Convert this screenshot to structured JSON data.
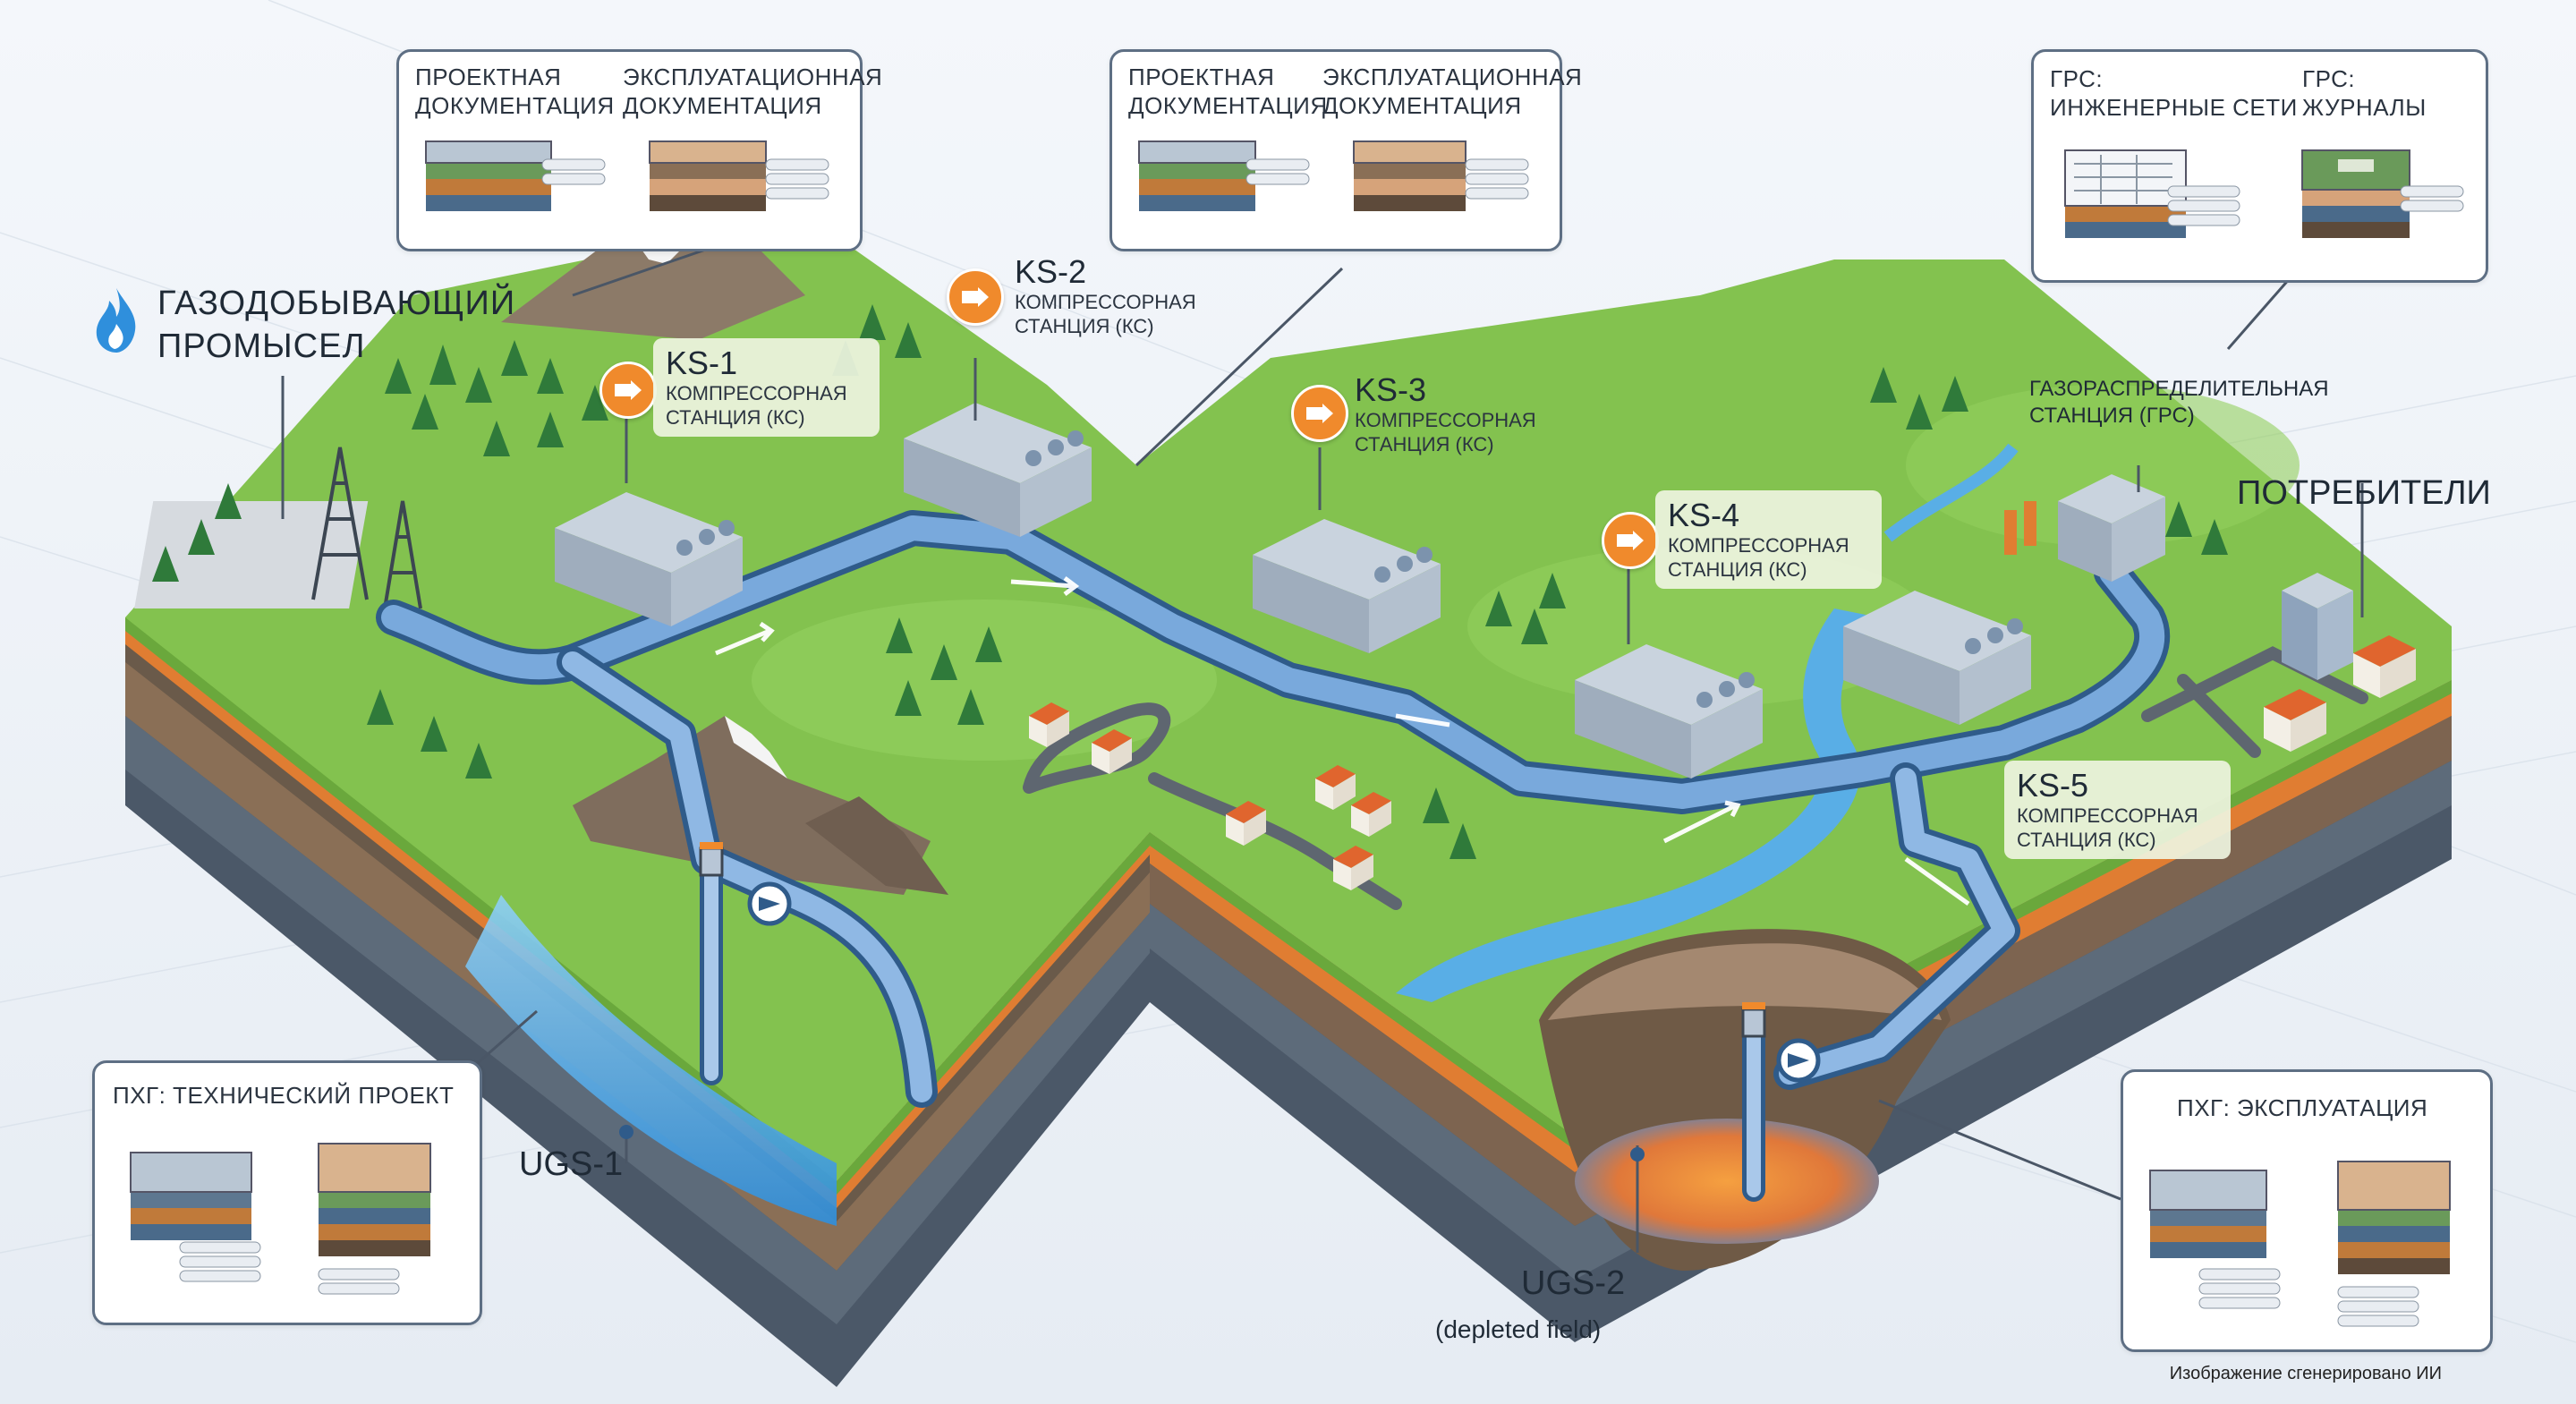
{
  "colors": {
    "pipe": "#5b8cc0",
    "grass": "#7fbf4a",
    "orange_accent": "#f08a2c",
    "box_border": "#5e6f84",
    "water": "#3f9fe0"
  },
  "doc_boxes": {
    "ks1": {
      "left": "ПРОЕКТНАЯ\nДОКУМЕНТАЦИЯ",
      "right": "ЭКСПЛУАТАЦИОННАЯ\nДОКУМЕНТАЦИЯ"
    },
    "ks2": {
      "left": "ПРОЕКТНАЯ\nДОКУМЕНТАЦИЯ",
      "right": "ЭКСПЛУАТАЦИОННАЯ\nДОКУМЕНТАЦИЯ"
    },
    "grs": {
      "left": "ГРС:\nИНЖЕНЕРНЫЕ СЕТИ",
      "right": "ГРС:\nЖУРНАЛЫ"
    },
    "ugs1": {
      "title": "ПХГ: ТЕХНИЧЕСКИЙ ПРОЕКТ"
    },
    "ugs2": {
      "title": "ПХГ: ЭКСПЛУАТАЦИЯ"
    }
  },
  "field": {
    "label": "ГАЗОДОБЫВАЮЩИЙ\nПРОМЫСЕЛ",
    "icon": "flame-icon"
  },
  "stations": [
    {
      "id": "KS-1",
      "sub": "КОМПРЕССОРНАЯ\nСТАНЦИЯ (КС)",
      "icon": "compressor-icon"
    },
    {
      "id": "KS-2",
      "sub": "КОМПРЕССОРНАЯ\nСТАНЦИЯ (КС)",
      "icon": "compressor-icon"
    },
    {
      "id": "KS-3",
      "sub": "КОМПРЕССОРНАЯ\nСТАНЦИЯ (КС)",
      "icon": "compressor-icon"
    },
    {
      "id": "KS-4",
      "sub": "КОМПРЕССОРНАЯ\nСТАНЦИЯ (КС)",
      "icon": "compressor-icon"
    },
    {
      "id": "KS-5",
      "sub": "КОМПРЕССОРНАЯ\nСТАНЦИЯ (КС)",
      "icon": null
    }
  ],
  "grs_label": "ГАЗОРАСПРЕДЕЛИТЕЛЬНАЯ\nСТАНЦИЯ (ГРС)",
  "consumers_label": "ПОТРЕБИТЕЛИ",
  "ugs1_label": "UGS-1",
  "ugs2_label": "UGS-2",
  "ugs2_note": "(depleted field)",
  "footer": "Изображение сгенерировано ИИ"
}
